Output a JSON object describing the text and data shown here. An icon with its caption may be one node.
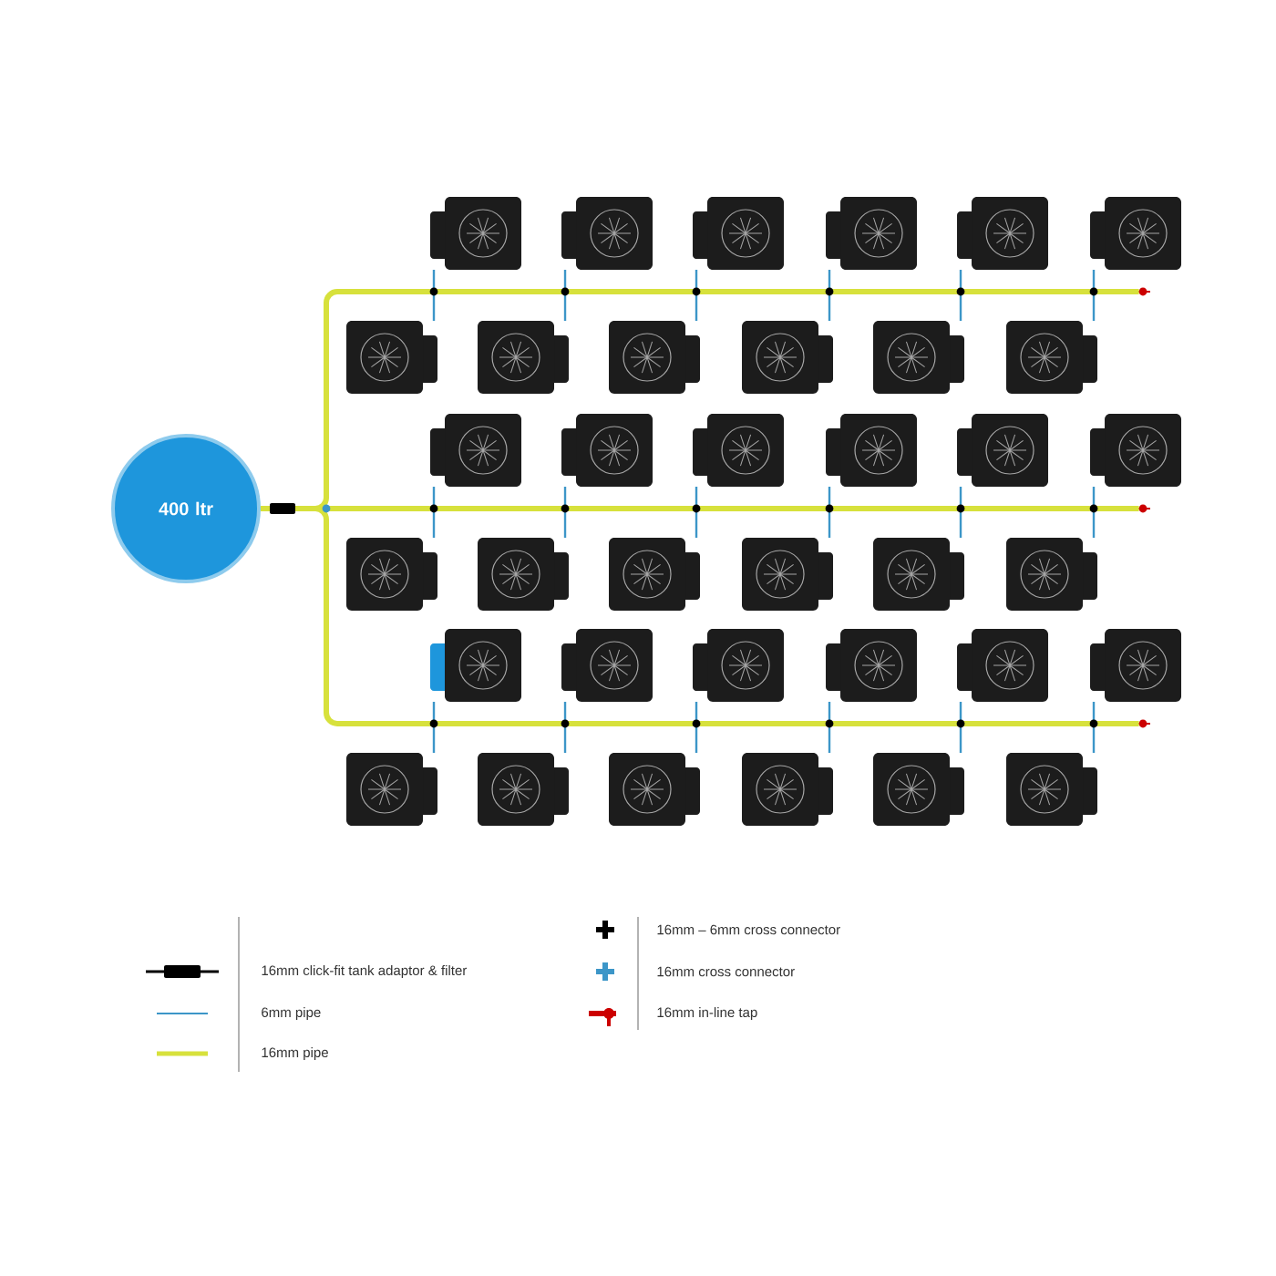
{
  "diagram": {
    "nodes": [
      {
        "text": [
          "400 ltr"
        ]
      },
      {
        "text": [],
        "shape": "picture"
      },
      {
        "text": [],
        "shape": "picture"
      },
      {
        "text": [],
        "shape": "picture"
      },
      {
        "text": [],
        "shape": "picture"
      },
      {
        "text": [],
        "shape": "picture"
      },
      {
        "text": [],
        "shape": "picture"
      },
      {
        "text": [],
        "shape": "picture"
      },
      {
        "text": [],
        "shape": "picture"
      },
      {
        "text": [],
        "shape": "picture"
      },
      {
        "text": [],
        "shape": "picture"
      },
      {
        "text": [],
        "shape": "picture"
      },
      {
        "text": [],
        "shape": "picture"
      },
      {
        "text": [],
        "shape": "picture"
      },
      {
        "text": [],
        "shape": "picture"
      },
      {
        "text": [],
        "shape": "picture"
      },
      {
        "text": [],
        "shape": "picture"
      },
      {
        "text": [],
        "shape": "picture"
      },
      {
        "text": [],
        "shape": "picture"
      },
      {
        "text": [],
        "shape": "picture"
      },
      {
        "text": [],
        "shape": "picture"
      },
      {
        "text": [],
        "shape": "picture"
      },
      {
        "text": [],
        "shape": "picture"
      },
      {
        "text": [],
        "shape": "picture"
      },
      {
        "text": [],
        "shape": "picture"
      },
      {
        "text": [],
        "shape": "picture"
      },
      {
        "text": [],
        "shape": "picture"
      },
      {
        "text": [],
        "shape": "picture"
      },
      {
        "text": [],
        "shape": "picture"
      },
      {
        "text": [],
        "shape": "picture"
      },
      {
        "text": [],
        "shape": "picture"
      },
      {
        "text": [],
        "shape": "picture"
      },
      {
        "text": [],
        "shape": "picture"
      },
      {
        "text": [],
        "shape": "picture"
      },
      {
        "text": [],
        "shape": "picture"
      },
      {
        "text": [],
        "shape": "picture"
      },
      {
        "text": [],
        "shape": "picture"
      },
      {
        "text": [],
        "shape": "tap"
      },
      {
        "text": [],
        "shape": "tap"
      },
      {
        "text": [],
        "shape": "tap"
      }
    ],
    "edges": [
      {
        "from": 0,
        "to": 37,
        "arrow": "none",
        "style": "thick",
        "color": "#d7e13c"
      },
      {
        "from": 0,
        "to": 38,
        "arrow": "none",
        "style": "thick",
        "color": "#d7e13c"
      },
      {
        "from": 0,
        "to": 39,
        "arrow": "none",
        "style": "thick",
        "color": "#d7e13c"
      },
      {
        "from": 1,
        "to": 7,
        "arrow": "none"
      },
      {
        "from": 2,
        "to": 8,
        "arrow": "none"
      },
      {
        "from": 3,
        "to": 9,
        "arrow": "none"
      },
      {
        "from": 4,
        "to": 10,
        "arrow": "none"
      },
      {
        "from": 5,
        "to": 11,
        "arrow": "none"
      },
      {
        "from": 6,
        "to": 12,
        "arrow": "none"
      },
      {
        "from": 13,
        "to": 19,
        "arrow": "none"
      },
      {
        "from": 14,
        "to": 20,
        "arrow": "none"
      },
      {
        "from": 15,
        "to": 21,
        "arrow": "none"
      },
      {
        "from": 16,
        "to": 22,
        "arrow": "none"
      },
      {
        "from": 17,
        "to": 23,
        "arrow": "none"
      },
      {
        "from": 18,
        "to": 24,
        "arrow": "none"
      },
      {
        "from": 25,
        "to": 31,
        "arrow": "none"
      },
      {
        "from": 26,
        "to": 32,
        "arrow": "none"
      },
      {
        "from": 27,
        "to": 33,
        "arrow": "none"
      },
      {
        "from": 28,
        "to": 34,
        "arrow": "none"
      },
      {
        "from": 29,
        "to": 35,
        "arrow": "none"
      },
      {
        "from": 30,
        "to": 36,
        "arrow": "none"
      }
    ],
    "legend": [
      {
        "text": "16mm click-fit tank adaptor & filter"
      },
      {
        "text": "6mm pipe"
      },
      {
        "text": "16mm pipe"
      },
      {
        "text": "16mm – 6mm cross connector"
      },
      {
        "text": "16mm cross connector"
      },
      {
        "text": "16mm in-line tap"
      }
    ]
  }
}
